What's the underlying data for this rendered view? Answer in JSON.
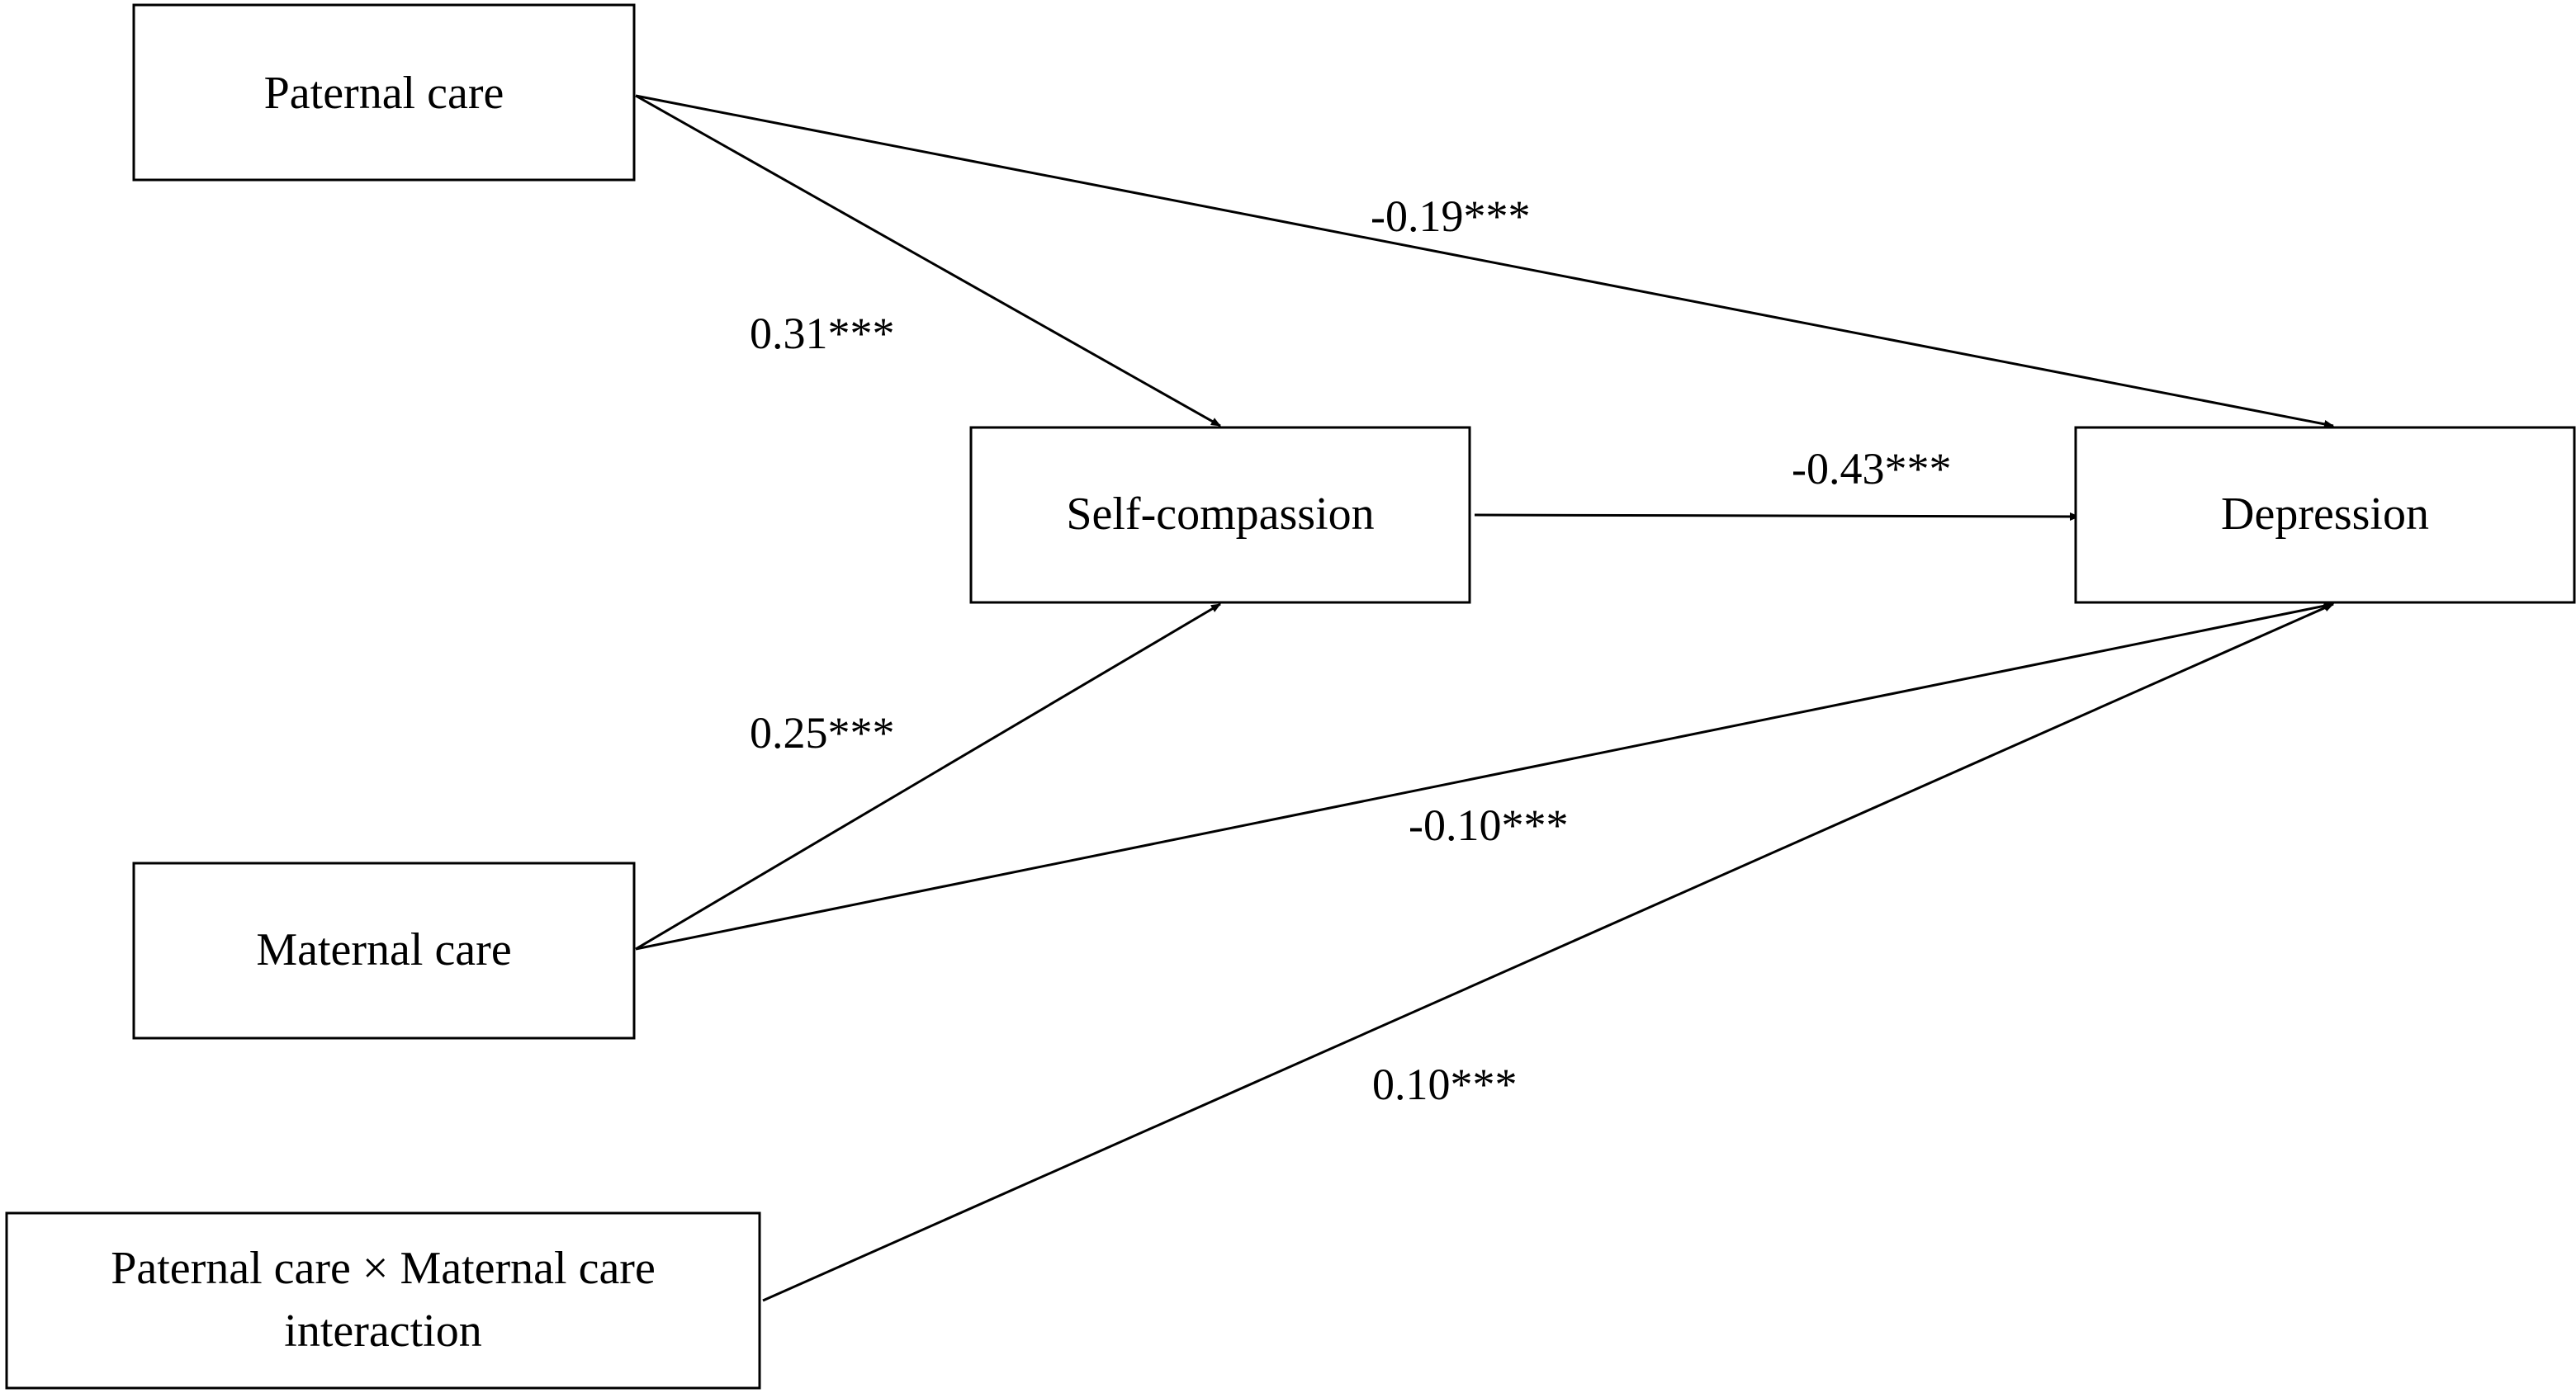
{
  "nodes": {
    "paternal_care": {
      "label": "Paternal care"
    },
    "maternal_care": {
      "label": "Maternal care"
    },
    "interaction": {
      "line1": "Paternal care × Maternal care",
      "line2": "interaction"
    },
    "self_compassion": {
      "label": "Self-compassion"
    },
    "depression": {
      "label": "Depression"
    }
  },
  "edges": {
    "paternal_to_self_compassion": "0.31***",
    "paternal_to_depression": "-0.19***",
    "self_compassion_to_depression": "-0.43***",
    "maternal_to_self_compassion": "0.25***",
    "maternal_to_depression": "-0.10***",
    "interaction_to_depression": "0.10***"
  },
  "colors": {
    "stroke": "#000000",
    "background": "#ffffff"
  }
}
